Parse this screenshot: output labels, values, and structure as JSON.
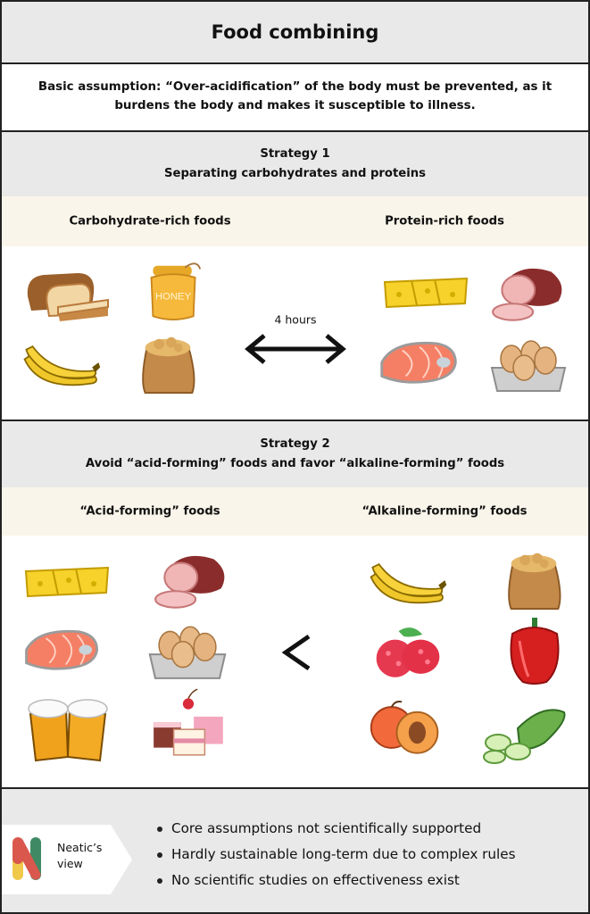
{
  "title": "Food combining",
  "assumption": "Basic assumption: “Over-acidification” of the body must be prevented, as it burdens the body and makes it susceptible to illness.",
  "strategy1": {
    "heading": "Strategy 1",
    "subheading": "Separating carbohydrates and proteins",
    "left_header": "Carbohydrate-rich foods",
    "right_header": "Protein-rich foods",
    "left_items": [
      "bread-icon",
      "honey-jar-icon",
      "banana-icon",
      "potato-sack-icon"
    ],
    "right_items": [
      "cheese-icon",
      "ham-icon",
      "salmon-icon",
      "eggs-icon"
    ],
    "separator_label": "4 hours",
    "separator_icon": "double-arrow-icon"
  },
  "strategy2": {
    "heading": "Strategy 2",
    "subheading": "Avoid “acid-forming” foods and favor “alkaline-forming” foods",
    "left_header": "“Acid-forming” foods",
    "right_header": "“Alkaline-forming” foods",
    "left_items": [
      "cheese-icon",
      "ham-icon",
      "salmon-icon",
      "eggs-icon",
      "beer-mugs-icon",
      "cakes-icon"
    ],
    "right_items": [
      "banana-icon",
      "potato-sack-icon",
      "raspberries-icon",
      "bell-pepper-icon",
      "peach-icon",
      "cucumber-icon"
    ],
    "comparison_icon": "less-than-icon"
  },
  "footer": {
    "badge_label": "Neatic’s view",
    "logo_icon": "neatic-logo-icon",
    "bullets": [
      "Core assumptions not scientifically supported",
      "Hardly sustainable long-term due to complex rules",
      "No scientific studies on effectiveness exist"
    ]
  },
  "colors": {
    "section_grey": "#e9e9e9",
    "column_header_cream": "#faf5ea",
    "border": "#222222",
    "logo_red": "#d9574d",
    "logo_green": "#3f8a65",
    "logo_yellow": "#f0c84a"
  }
}
